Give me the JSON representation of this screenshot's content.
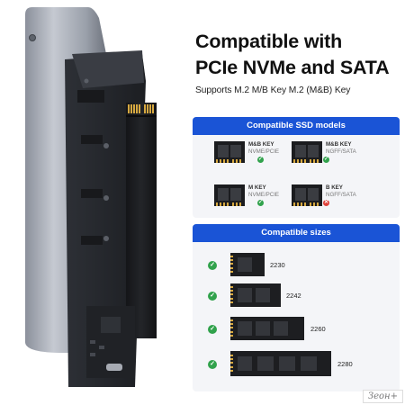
{
  "heading": {
    "line1": "Compatible with",
    "line2": "PCIe NVMe and SATA"
  },
  "subheading": "Supports M.2 M/B Key M.2 (M&B) Key",
  "ssd_panel": {
    "title": "Compatible SSD models",
    "models": [
      {
        "key": "M&B KEY",
        "type": "NVME/PCIE",
        "supported": true
      },
      {
        "key": "M&B KEY",
        "type": "NGFF/SATA",
        "supported": true
      },
      {
        "key": "M KEY",
        "type": "NVME/PCIE",
        "supported": true
      },
      {
        "key": "B KEY",
        "type": "NGFF/SATA",
        "supported": false
      }
    ]
  },
  "sizes_panel": {
    "title": "Compatible sizes",
    "sizes": [
      "2230",
      "2242",
      "2260",
      "2280"
    ]
  },
  "watermark": "Зеон+",
  "colors": {
    "accent": "#1a54d6",
    "ok": "#31a24c",
    "no": "#e0413a",
    "panel_bg": "#f4f5f8"
  }
}
